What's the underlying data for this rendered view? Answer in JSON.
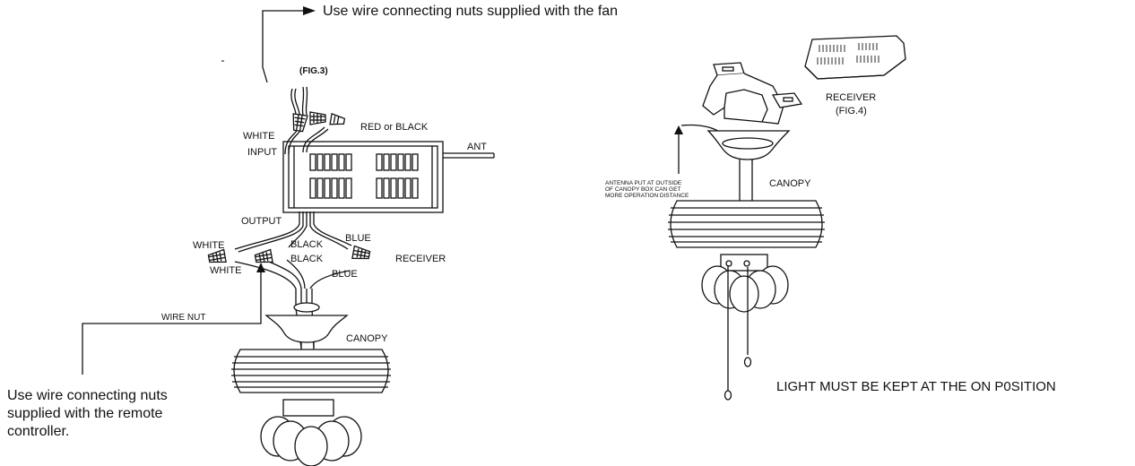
{
  "fig3": {
    "title": "(FIG.3)",
    "top_note": "Use wire connecting nuts supplied with the fan",
    "labels": {
      "white_top": "WHITE",
      "input": "INPUT",
      "red_or_black": "RED or BLACK",
      "ant": "ANT",
      "output": "OUTPUT",
      "white_1": "WHITE",
      "white_2": "WHITE",
      "black_1": "BLACK",
      "black_2": "BLACK",
      "blue_1": "BLUE",
      "blue_2": "BLUE",
      "receiver": "RECEIVER",
      "wire_nut": "WIRE NUT",
      "canopy": "CANOPY"
    },
    "bottom_note": "Use wire connecting nuts supplied with the remote controller."
  },
  "fig4": {
    "receiver": "RECEIVER",
    "title": "(FIG.4)",
    "canopy": "CANOPY",
    "antenna_note": "ANTENNA PUT AT OUTSIDE OF CANOPY BOX CAN GET MORE OPERATION DISTANCE",
    "light_note": "LIGHT MUST BE KEPT AT THE ON P0SITION"
  }
}
